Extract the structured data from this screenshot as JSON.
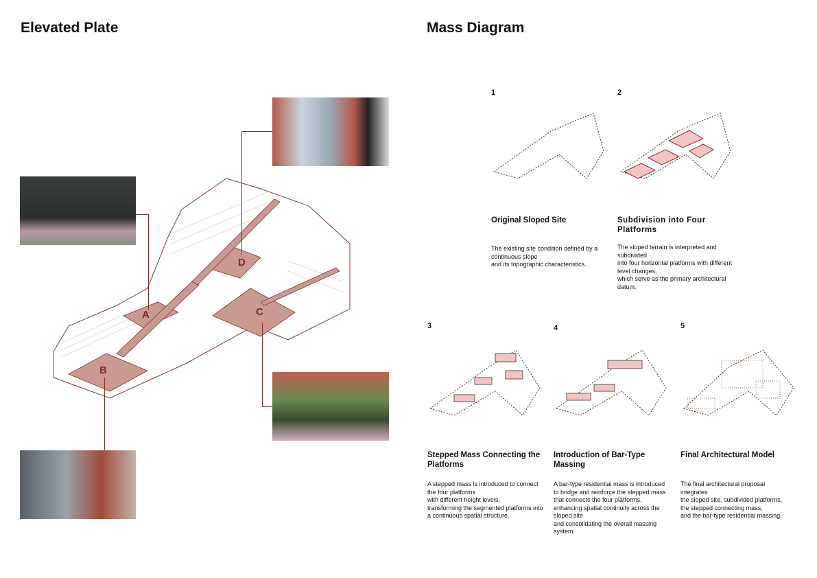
{
  "left": {
    "title": "Elevated Plate",
    "labels": [
      "A",
      "B",
      "C",
      "D"
    ]
  },
  "right": {
    "title": "Mass Diagram",
    "steps": [
      {
        "num": "1",
        "title": "Original Sloped Site",
        "desc": "The existing site condition defined by a continuous slope\nand its topographic characteristics."
      },
      {
        "num": "2",
        "title": "Subdivision into Four Platforms",
        "desc": "The sloped terrain is interpreted and subdivided\ninto four horizontal platforms with different level changes,\nwhich serve as the primary architectural datum."
      },
      {
        "num": "3",
        "title": "Stepped Mass Connecting the Platforms",
        "desc": "A stepped mass is introduced to connect the four platforms\nwith different height levels,\ntransforming the segmented platforms into\na continuous spatial structure."
      },
      {
        "num": "4",
        "title": "Introduction of Bar-Type Massing",
        "desc": "A bar-type residential mass is introduced\nto bridge and reinforce the stepped mass\nthat connects the four platforms,\nenhancing spatial continuity across the sloped site\nand consolidating the overall massing system."
      },
      {
        "num": "5",
        "title": "Final Architectural Model",
        "desc": "The final architectural proposal integrates\nthe sloped site, subdivided platforms,\nthe stepped connecting mass,\nand the bar-type residential massing."
      }
    ]
  },
  "colors": {
    "accent": "#8a3030",
    "platform": "#c99a90",
    "highlight": "#f4c4c4"
  }
}
